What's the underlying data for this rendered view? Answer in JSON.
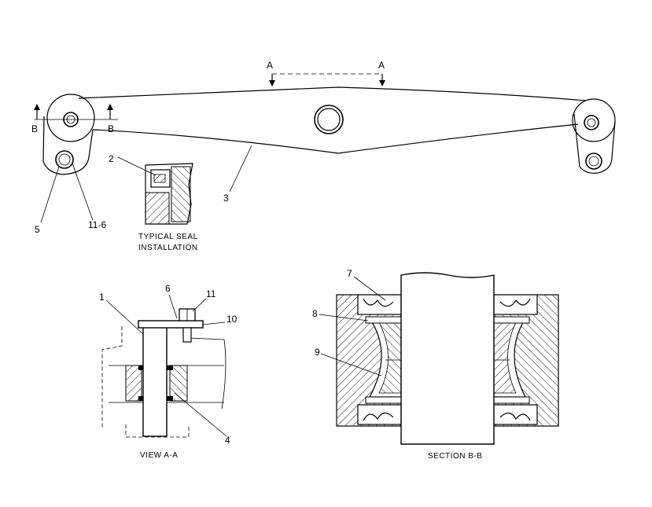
{
  "section_marks": {
    "a_left": "A",
    "a_right": "A",
    "b_left": "B",
    "b_right": "B"
  },
  "callouts": {
    "n1": "1",
    "n2": "2",
    "n3": "3",
    "n4": "4",
    "n5": "5",
    "n6": "6",
    "n7": "7",
    "n8": "8",
    "n9": "9",
    "n10": "10",
    "n11": "11",
    "n11_6": "11-6"
  },
  "captions": {
    "typical_seal_line1": "TYPICAL SEAL",
    "typical_seal_line2": "INSTALLATION",
    "view_aa": "VIEW A-A",
    "section_bb": "SECTION B-B"
  }
}
